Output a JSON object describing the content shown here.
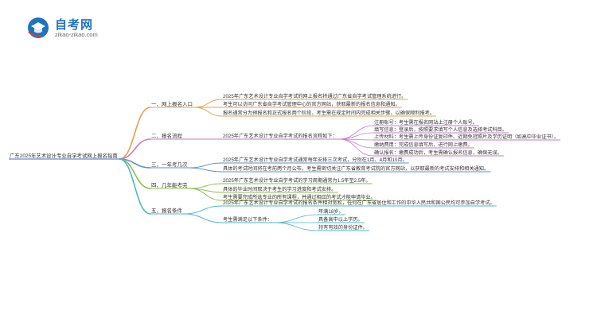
{
  "logo": {
    "name_cn": "自考网",
    "domain": "zikao-zikao.com"
  },
  "root": "广东2025年艺术设计专业自学考试网上报名指南",
  "branches": [
    {
      "label": "一、网上报名入口",
      "color": "#e8a04a",
      "children": [
        "2025年广东艺术设计专业自学考试的网上报名将通过广东省自学考试管理系统进行。",
        "考生可以访问广东省自学考试管理中心的官方网站，获取最新的报名信息和通知。",
        "报名通常分为预报名和正式报名两个阶段，考生需在规定时间内完成相关步骤，以确保顺利报考。"
      ]
    },
    {
      "label": "二、报名流程",
      "color": "#c878c8",
      "children": [
        {
          "text": "2025年广东艺术设计专业自学考试的报名流程如下：",
          "children": [
            "注册账号：考生需在报名网站上注册个人账号。",
            "填写信息：登录后，按照要求填写个人信息及选择考试科目。",
            "上传材料：考生需上传身份证复印件、近期免冠照片及学历证明（如高中毕业证书）。",
            "缴纳费用：完成信息填写后，进行网上缴费。",
            "确认报名：缴费成功后，考生需确认报名信息，确保无误。"
          ]
        }
      ]
    },
    {
      "label": "三、一年考几次",
      "color": "#5b8fd6",
      "children": [
        "2025年广东艺术设计专业自学考试通常每年安排三次考试，分别在1月、4月和10月。",
        "具体的考试时间将在考前两个月公布，考生需密切关注广东省教育考试院的官方网站，以获取最新的考试安排和相关通知。"
      ]
    },
    {
      "label": "四、几年能考完",
      "color": "#8cbf4a",
      "children": [
        "2025年广东艺术设计专业自学考试的学习周期通常为1.5年至2.5年。",
        "具体的毕业时间取决于考生的学习进度和考试安排。",
        "考生需要完成所选专业的所有课程，并通过相应的考试才能申请毕业。"
      ]
    },
    {
      "label": "五、报名条件",
      "color": "#4ab8c8",
      "children": [
        "2025年广东艺术设计专业自学考试的报名条件相对宽松，任何在广东省居住和工作的中华人民共和国公民均可参加自学考试。",
        {
          "text": "考生需满足以下条件：",
          "children": [
            "年满18岁。",
            "具备高中以上学历。",
            "持有有效的身份证件。"
          ]
        }
      ]
    }
  ]
}
